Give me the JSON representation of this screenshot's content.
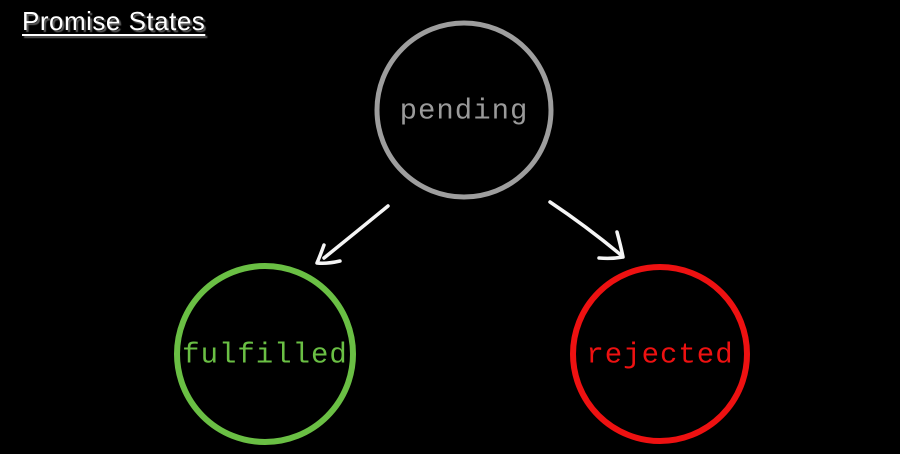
{
  "page": {
    "title": "Promise States",
    "background_color": "#000000",
    "title_color": "#ffffff"
  },
  "diagram": {
    "type": "state-diagram",
    "arrow_color": "#f5f5f5",
    "nodes": [
      {
        "id": "pending",
        "label": "pending",
        "stroke_color": "#9e9e9e",
        "text_color": "#9a9a9a"
      },
      {
        "id": "fulfilled",
        "label": "fulfilled",
        "stroke_color": "#6abf44",
        "text_color": "#6abf44"
      },
      {
        "id": "rejected",
        "label": "rejected",
        "stroke_color": "#ee1111",
        "text_color": "#ee1111"
      }
    ],
    "edges": [
      {
        "from": "pending",
        "to": "fulfilled"
      },
      {
        "from": "pending",
        "to": "rejected"
      }
    ]
  }
}
